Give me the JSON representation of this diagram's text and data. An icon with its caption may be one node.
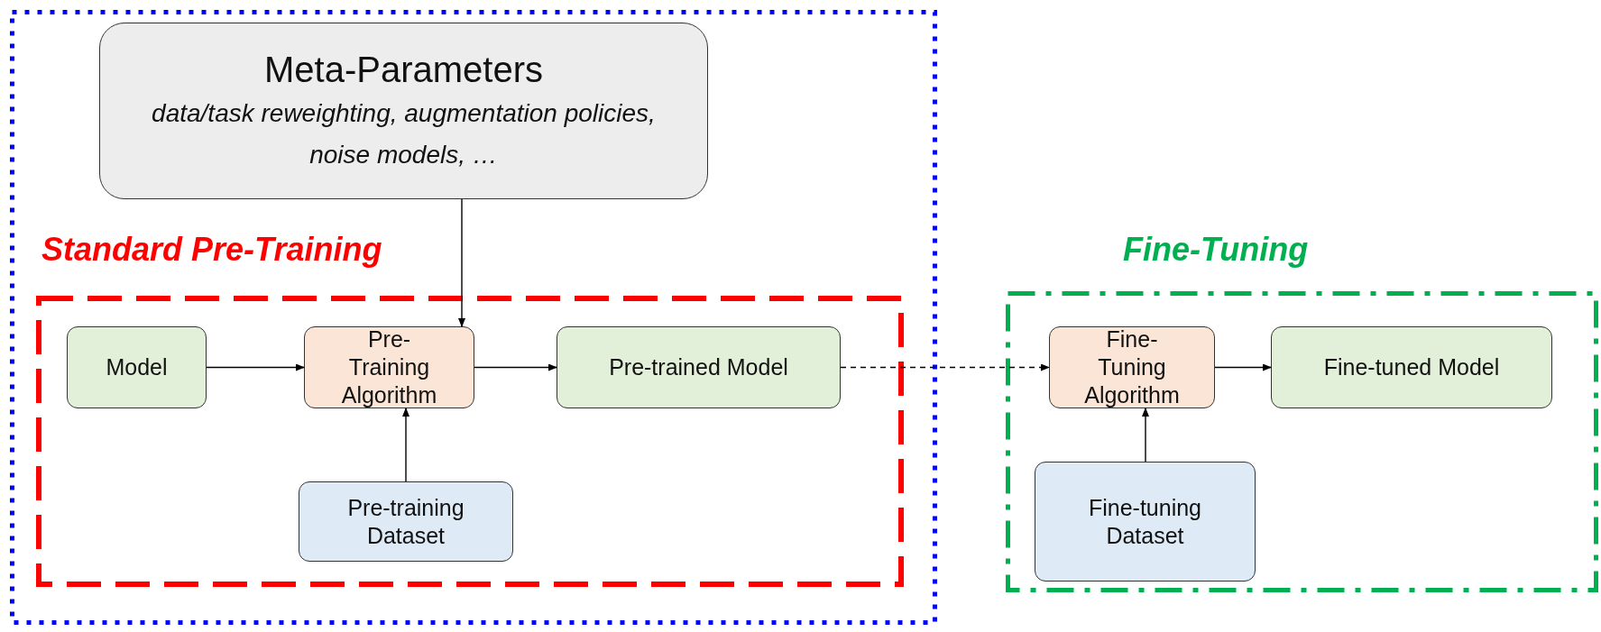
{
  "diagram": {
    "nodes": [
      {
        "text": [],
        "shape": "box"
      },
      {
        "text": [
          "Meta-Parameters",
          "data/task reweighting, augmentation policies, noise models, …"
        ],
        "in": 0
      },
      {
        "text": [
          "Standard Pre-Training"
        ],
        "in": 0
      },
      {
        "text": [
          "Model"
        ],
        "in": 2
      },
      {
        "text": [
          "Pre-Training Algorithm"
        ],
        "in": 2
      },
      {
        "text": [
          "Pre-trained Model"
        ],
        "in": 2
      },
      {
        "text": [
          "Pre-training Dataset"
        ],
        "in": 2
      },
      {
        "text": [
          "Fine-Tuning"
        ]
      },
      {
        "text": [
          "Fine-Tuning Algorithm"
        ],
        "in": 7
      },
      {
        "text": [
          "Fine-tuned Model"
        ],
        "in": 7
      },
      {
        "text": [
          "Fine-tuning Dataset"
        ],
        "in": 7
      }
    ],
    "edges": [
      {
        "from": 1,
        "to": 4,
        "arrow": "to"
      },
      {
        "from": 3,
        "to": 4,
        "arrow": "to"
      },
      {
        "from": 4,
        "to": 5,
        "arrow": "to"
      },
      {
        "from": 6,
        "to": 4,
        "arrow": "to"
      },
      {
        "from": 5,
        "to": 8,
        "arrow": "to",
        "style": "dashed"
      },
      {
        "from": 8,
        "to": 9,
        "arrow": "to"
      },
      {
        "from": 10,
        "to": 8,
        "arrow": "to"
      }
    ]
  }
}
